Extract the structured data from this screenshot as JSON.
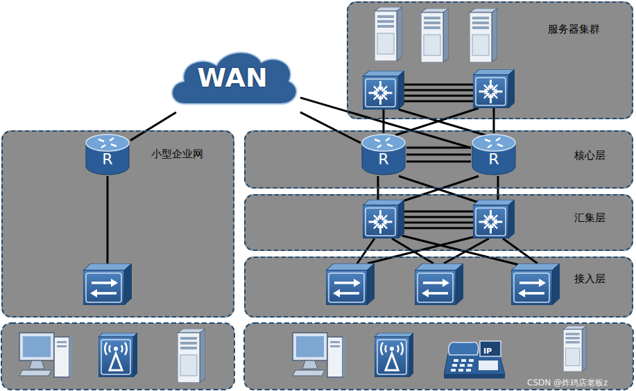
{
  "diagram": {
    "nodes": [
      {
        "text": [
          "服务器集群"
        ]
      },
      {
        "text": [
          "WAN"
        ]
      },
      {
        "text": [
          "小型企业网"
        ]
      },
      {
        "text": [
          "R"
        ],
        "in": 2
      },
      {
        "text": [
          "核心层"
        ]
      },
      {
        "text": [
          "R"
        ],
        "in": 4
      },
      {
        "text": [
          "R"
        ],
        "in": 4
      },
      {
        "text": [
          "汇集层"
        ]
      },
      {
        "text": [
          "接入层"
        ]
      }
    ],
    "edges": [
      {
        "from": 1,
        "to": 3,
        "arrow": "none"
      },
      {
        "from": 1,
        "to": 5,
        "arrow": "none"
      },
      {
        "from": 1,
        "to": 6,
        "arrow": "none"
      },
      {
        "from": 5,
        "to": 6,
        "arrow": "none"
      },
      {
        "from": 5,
        "to": 6,
        "arrow": "none"
      },
      {
        "from": 5,
        "to": 6,
        "arrow": "none"
      }
    ],
    "labels": [
      "IP",
      "CSDN @炸鸡店老板z"
    ]
  }
}
